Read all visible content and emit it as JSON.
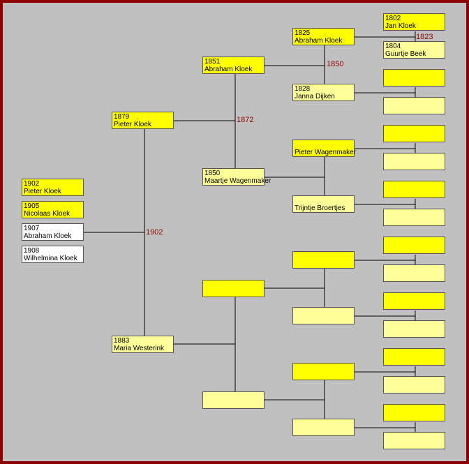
{
  "children": [
    {
      "year": "1902",
      "name": "Pieter Kloek",
      "style": "yellow"
    },
    {
      "year": "1905",
      "name": "Nicolaas Kloek",
      "style": "yellow"
    },
    {
      "year": "1907",
      "name": "Abraham Kloek",
      "style": "white"
    },
    {
      "year": "1908",
      "name": "Wilhelmina Kloek",
      "style": "white"
    }
  ],
  "gen1": {
    "father": {
      "year": "1879",
      "name": "Pieter Kloek"
    },
    "mother": {
      "year": "1883",
      "name": "Maria Westerink"
    },
    "marriage": "1902"
  },
  "gen2": {
    "ff": {
      "year": "1851",
      "name": "Abraham Kloek"
    },
    "fm": {
      "year": "1850",
      "name": "Maartje Wagenmaker"
    },
    "ff_marriage": "1872",
    "mf": {
      "year": "",
      "name": ""
    },
    "mm": {
      "year": "",
      "name": ""
    }
  },
  "gen3": {
    "fff": {
      "year": "1825",
      "name": "Abraham Kloek"
    },
    "ffm": {
      "year": "1828",
      "name": "Janna Dijken"
    },
    "fff_marriage": "1850",
    "fmf": {
      "year": "",
      "name": "Pieter Wagenmaker"
    },
    "fmm": {
      "year": "",
      "name": "Trijntje Broertjes"
    },
    "mff": {
      "year": "",
      "name": ""
    },
    "mfm": {
      "year": "",
      "name": ""
    },
    "mmf": {
      "year": "",
      "name": ""
    },
    "mmm": {
      "year": "",
      "name": ""
    }
  },
  "gen4": {
    "ffff": {
      "year": "1802",
      "name": "Jan Kloek"
    },
    "fffm": {
      "year": "1804",
      "name": "Guurtje Beek"
    },
    "ffff_marriage": "1823"
  },
  "colors": {
    "frame": "#8b0000",
    "background": "#c0c0c0",
    "male": "#ffff00",
    "female": "#ffff99",
    "marriage_text": "#8b0000"
  }
}
